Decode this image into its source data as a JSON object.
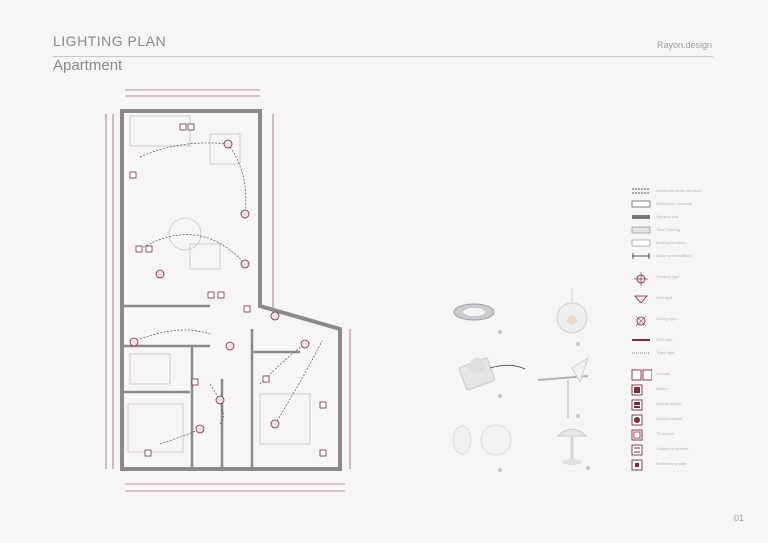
{
  "header": {
    "title": "LIGHTING PLAN",
    "subtitle": "Apartment",
    "brand": "Rayon.design"
  },
  "footer": {
    "page_number": "01"
  },
  "legend": {
    "materials": [
      {
        "icon": "horizontal-beam-icon",
        "label": "Horizontal beam structure"
      },
      {
        "icon": "reinforced-concrete-icon",
        "label": "Reinforced concrete"
      },
      {
        "icon": "gypsum-wall-icon",
        "label": "Gypsum wall"
      },
      {
        "icon": "tiles-flooring-icon",
        "label": "Tiles Flooring"
      },
      {
        "icon": "existing-furniture-icon",
        "label": "Existing furniture"
      },
      {
        "icon": "demolition-wall-icon",
        "label": "Walls for demolition"
      }
    ],
    "lights": [
      {
        "icon": "pendant-light-icon",
        "label": "Pendant light"
      },
      {
        "icon": "wall-light-icon",
        "label": "Wall light"
      },
      {
        "icon": "ceiling-light-icon",
        "label": "Ceiling light"
      },
      {
        "icon": "led-strip-icon",
        "label": "LED strip"
      },
      {
        "icon": "track-light-icon",
        "label": "Track light"
      }
    ],
    "switches": [
      {
        "icon": "socket-icon",
        "label": "Sockets"
      },
      {
        "icon": "switch-icon",
        "label": "Switch"
      },
      {
        "icon": "double-switch-icon",
        "label": "Double switch"
      },
      {
        "icon": "dimmer-switch-icon",
        "label": "Dimmer switch"
      },
      {
        "icon": "tv-socket-icon",
        "label": "TV socket"
      },
      {
        "icon": "internet-socket-icon",
        "label": "Socket for internet"
      },
      {
        "icon": "phone-socket-icon",
        "label": "Socket for phone"
      }
    ]
  },
  "colors": {
    "accent": "#7a2e35",
    "text": "#8e8886",
    "wall": "#8a8a8a",
    "wire": "#555555"
  }
}
